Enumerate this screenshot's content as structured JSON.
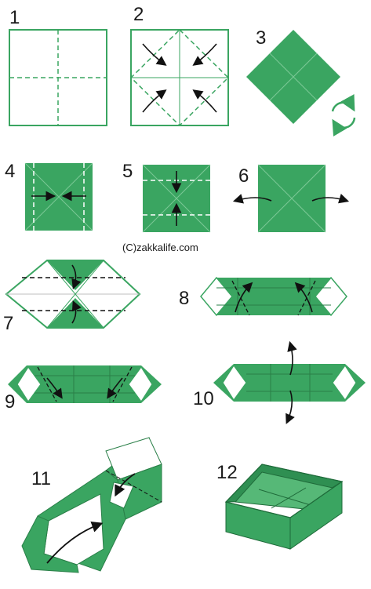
{
  "diagram": {
    "colors": {
      "green": "#3aa561",
      "light_green": "#56b877",
      "line": "#2f8f52",
      "arrow": "#111111",
      "crease": "#ffffff",
      "paper": "#ffffff"
    },
    "steps": [
      {
        "number": "1"
      },
      {
        "number": "2"
      },
      {
        "number": "3"
      },
      {
        "number": "4"
      },
      {
        "number": "5"
      },
      {
        "number": "6"
      },
      {
        "number": "7"
      },
      {
        "number": "8"
      },
      {
        "number": "9"
      },
      {
        "number": "10"
      },
      {
        "number": "11"
      },
      {
        "number": "12"
      }
    ],
    "credit": "(C)zakkalife.com",
    "rotate_icon": "rotate-arrows-icon"
  }
}
